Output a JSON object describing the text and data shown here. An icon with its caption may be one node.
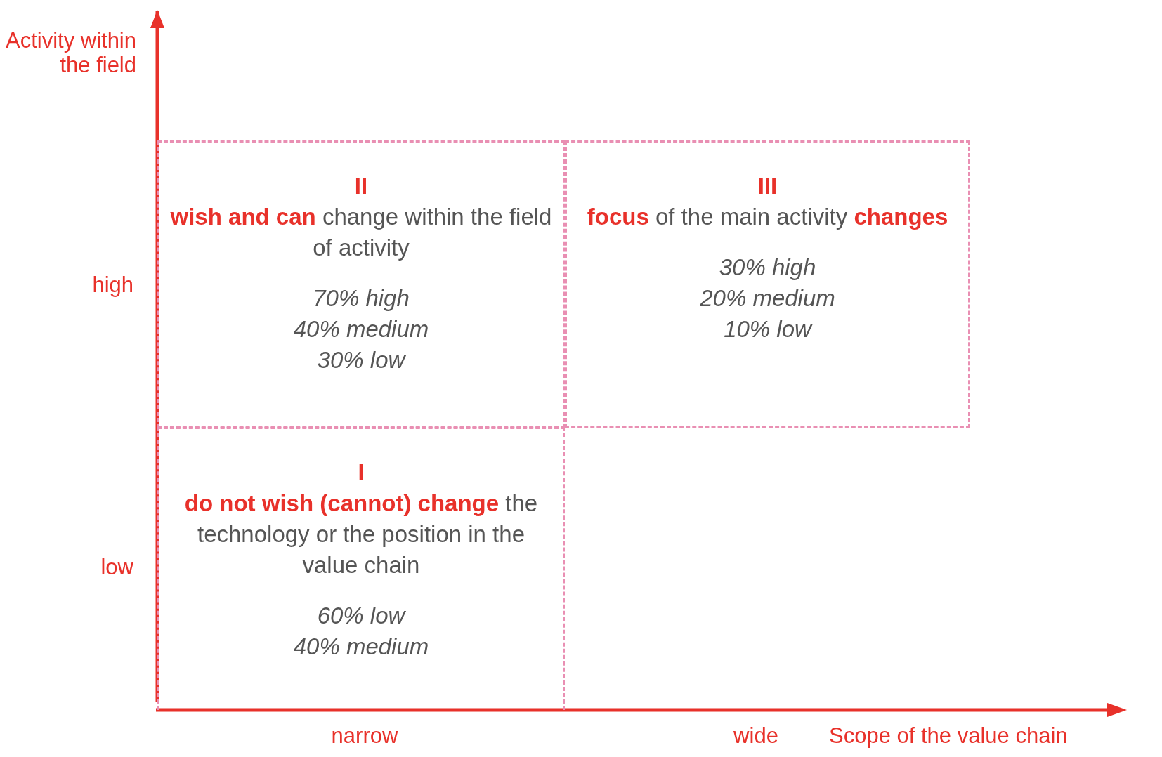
{
  "diagram": {
    "nodes": [
      {
        "text": [
          "II",
          "**wish and can** change within the field of activity",
          "70% high",
          "40% medium",
          "30% low"
        ]
      },
      {
        "text": [
          "III",
          "**focus** of the main activity **changes**",
          "30% high",
          "20% medium",
          "10% low"
        ]
      },
      {
        "text": [
          "I",
          "**do not wish (cannot) change** the technology or the position in the value chain",
          "60% low",
          "40% medium"
        ]
      }
    ],
    "edges": [],
    "labels": [
      "Activity within the field",
      "high",
      "low",
      "narrow",
      "wide",
      "Scope of the value chain"
    ]
  }
}
